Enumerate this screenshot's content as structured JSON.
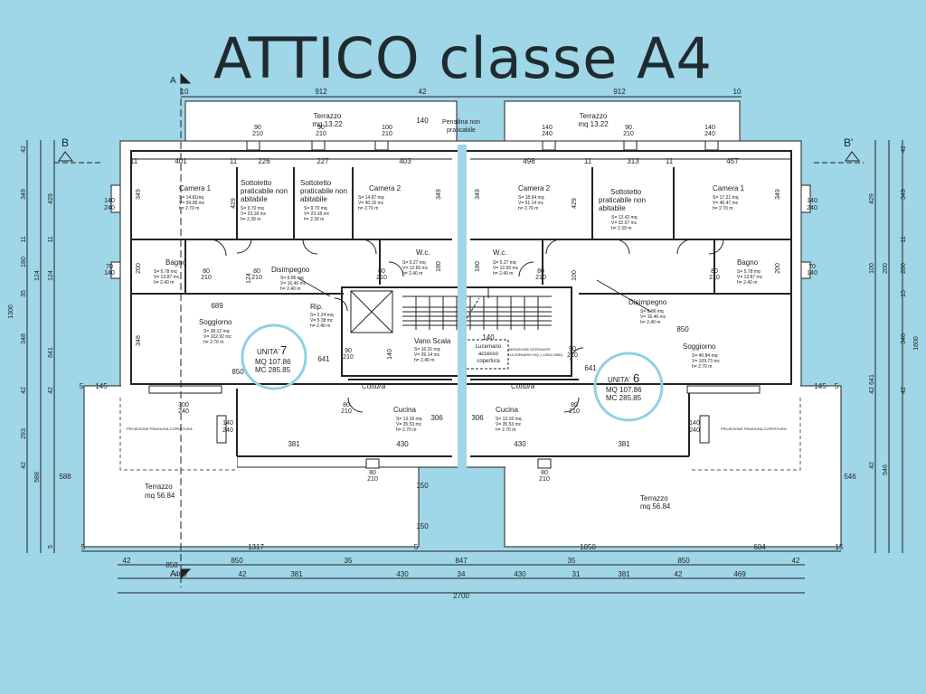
{
  "title": "ATTICO classe A4",
  "section_marks": {
    "a": "A",
    "b": "B",
    "b_prime": "B'"
  },
  "dims": {
    "top": [
      "10",
      "912",
      "42",
      "912",
      "10"
    ],
    "bottom1": [
      "42",
      "850",
      "35",
      "847",
      "35",
      "850",
      "42"
    ],
    "bottom2": [
      "469",
      "42",
      "381",
      "430",
      "34",
      "430",
      "31",
      "381",
      "42",
      "469"
    ],
    "total": "2700",
    "terr_bottom": [
      "5",
      "1317",
      "5",
      "1050",
      "604",
      "15"
    ],
    "room_top_left": [
      "401",
      "226",
      "227",
      "403"
    ],
    "room_top_right": [
      "498",
      "313",
      "457"
    ],
    "misc": [
      "11",
      "11",
      "11",
      "11",
      "689",
      "850",
      "850",
      "850",
      "381",
      "430",
      "430",
      "381",
      "140",
      "145",
      "145",
      "5",
      "5",
      "140",
      "150",
      "150",
      "306",
      "306",
      "641",
      "641",
      "588",
      "546"
    ],
    "left_outer": [
      "42",
      "349",
      "11",
      "180",
      "124",
      "35",
      "348",
      "42",
      "293",
      "42",
      "588",
      "5"
    ],
    "left_inner": [
      "429",
      "11",
      "124",
      "641",
      "42"
    ],
    "left_total": "1300",
    "right_outer": [
      "42",
      "349",
      "11",
      "200",
      "15",
      "348",
      "641",
      "42",
      "42",
      "546"
    ],
    "right_inner": [
      "429",
      "100",
      "200",
      "42"
    ],
    "right_total": "1600"
  },
  "openings": {
    "win_140_240": [
      "140",
      "240"
    ],
    "win_90_210": [
      "90",
      "210"
    ],
    "win_80_210": [
      "80",
      "210"
    ],
    "win_70_140": [
      "70",
      "140"
    ],
    "win_300_240": [
      "300",
      "240"
    ],
    "win_100_210": [
      "100",
      "210"
    ]
  },
  "rooms": [
    {
      "name": "Terrazzo",
      "l2": "mq 13.22"
    },
    {
      "name": "Terrazzo",
      "l2": "mq 13.22"
    },
    {
      "name": "Pensilina non",
      "l2": "praticabile"
    },
    {
      "name": "Camera 1",
      "s": "S=  14.81mq",
      "v": "V=  39.98 mc",
      "h": "h=  2.70 m"
    },
    {
      "name": "Sottotetto",
      "l2": "praticabile non",
      "l3": "abitabile",
      "s": "S=  9.70 mq",
      "v": "V=  23.18 mc",
      "h": "h=  2.39 m"
    },
    {
      "name": "Sottotetto",
      "l2": "praticabile non",
      "l3": "abitabile",
      "s": "S=  9.70 mq",
      "v": "V=  23.18 mc",
      "h": "h=  2.39 m"
    },
    {
      "name": "Camera 2",
      "s": "S=  14.87 mq",
      "v": "V=  40.15 mc",
      "h": "h=  2.70 m"
    },
    {
      "name": "Bagno",
      "s": "S=  5.78 mq",
      "v": "V=  13.87 mc",
      "h": "h=  2.40 m"
    },
    {
      "name": "Disimpegno",
      "s": "S=  6.86 mq",
      "v": "V=  16.46 mc",
      "h": "h=  2.40 m"
    },
    {
      "name": "W.c.",
      "s": "S=  5.27 mq",
      "v": "V=  12.65 mc",
      "h": "h=  2.40 m"
    },
    {
      "name": "Rip.",
      "s": "S=  2.24 mq",
      "v": "V=  5.38 mc",
      "h": "h=  2.40 m"
    },
    {
      "name": "Soggiorno",
      "s": "S=  38.12 mq",
      "v": "V=  102.92 mc",
      "h": "h=  2.70 m"
    },
    {
      "name": "Vano Scala",
      "s": "S=  16.31 mq",
      "v": "V=  39.14 mc",
      "h": "h=  2.40 m"
    },
    {
      "name": "Lucernario",
      "l2": "accesso",
      "l3": "copertura"
    },
    {
      "name": "Camera 2",
      "s": "S=  18.94 mq",
      "v": "V=  51.14 mc",
      "h": "h=  2.70 m"
    },
    {
      "name": "Sottotetto",
      "l2": "praticabile non",
      "l3": "abitabile",
      "s": "S=  13.42 mq",
      "v": "V=  32.07 mc",
      "h": "h=  2.39 m"
    },
    {
      "name": "Camera 1",
      "s": "S=  17.21 mq",
      "v": "V=  46.47 mc",
      "h": "h=  2.70 m"
    },
    {
      "name": "W.c.",
      "s": "S=  5.27 mq",
      "v": "V=  12.65 mc",
      "h": "h=  2.40 m"
    },
    {
      "name": "Bagno",
      "s": "S=  5.78 mq",
      "v": "V=  13.87 mc",
      "h": "h=  2.40 m"
    },
    {
      "name": "Disimpegno",
      "s": "S=  6.86 mq",
      "v": "V=  16.46 mc",
      "h": "h=  2.40 m"
    },
    {
      "name": "Soggiorno",
      "s": "S=  40.84 mq",
      "v": "V=  109.73 mc",
      "h": "h=  2.70 m"
    },
    {
      "name": "Cucina",
      "s": "S=  13.16 mq",
      "v": "V=  35.53 mc",
      "h": "h=  2.70 m"
    },
    {
      "name": "Cucina",
      "s": "S=  13.16 mq",
      "v": "V=  35.53 mc",
      "h": "h=  2.70 m"
    },
    {
      "name": "Terrazzo",
      "l2": "mq 56.84"
    },
    {
      "name": "Terrazzo",
      "l2": "mq 56.84"
    }
  ],
  "cottura": "Cottura",
  "proiezione": "PROIEZIONE PENSILINA COPERTURA",
  "aerazione": [
    "AERAZIONE DERIVANTE",
    "LUCERNARIO MQ 1.130/4.00MQ"
  ],
  "units": [
    {
      "label": "UNITA'",
      "num": "7",
      "mq": "MQ 107.86",
      "mc": "MC 285.85"
    },
    {
      "label": "UNITA'",
      "num": "6",
      "mq": "MQ 107.86",
      "mc": "MC 285.85"
    }
  ],
  "colors": {
    "background": "#9fd6e8",
    "paper": "#ffffff",
    "lines": "#222222",
    "unit_circle": "#8fd0e4",
    "divider": "#9fd6e8"
  }
}
